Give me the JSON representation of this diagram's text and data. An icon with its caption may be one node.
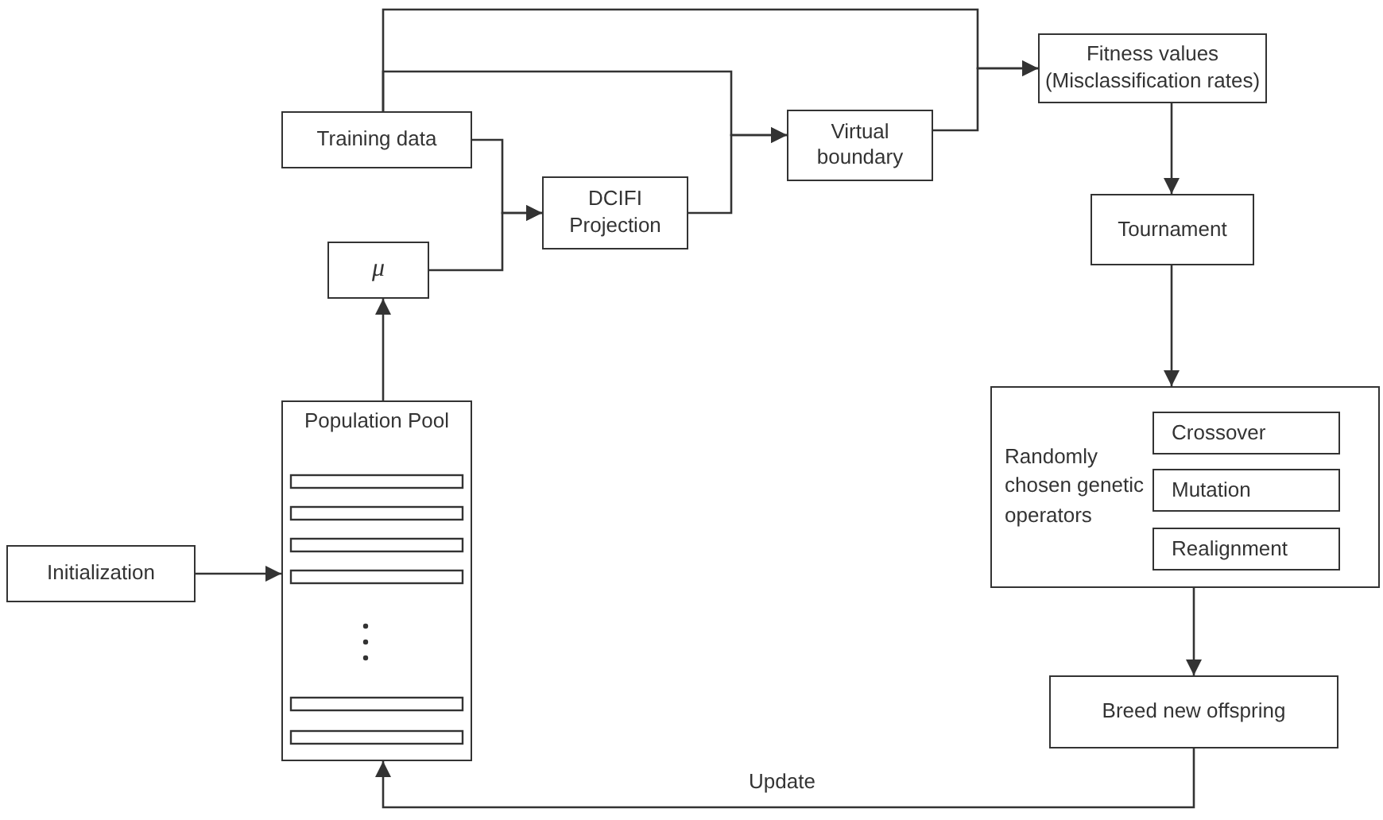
{
  "diagram": {
    "nodes": [
      {
        "text": [
          "Training data"
        ]
      },
      {
        "text": [
          "μ"
        ]
      },
      {
        "text": [
          "DCIFI Projection"
        ]
      },
      {
        "text": [
          "Virtual boundary"
        ]
      },
      {
        "text": [
          "Fitness values (Misclassification rates)"
        ]
      },
      {
        "text": [
          "Tournament"
        ]
      },
      {
        "text": [
          "Randomly chosen genetic operators"
        ]
      },
      {
        "text": [
          "Crossover"
        ],
        "in": 6
      },
      {
        "text": [
          "Mutation"
        ],
        "in": 6
      },
      {
        "text": [
          "Realignment"
        ],
        "in": 6
      },
      {
        "text": [
          "Breed new offspring"
        ]
      },
      {
        "text": [
          "Population Pool"
        ]
      },
      {
        "text": [
          "Initialization"
        ]
      }
    ],
    "edges": [
      {
        "from": 0,
        "to": 2,
        "arrow": "to"
      },
      {
        "from": 1,
        "to": 2,
        "arrow": "to"
      },
      {
        "from": 0,
        "to": 3,
        "arrow": "to"
      },
      {
        "from": 2,
        "to": 3,
        "arrow": "to"
      },
      {
        "from": 0,
        "to": 4,
        "arrow": "to"
      },
      {
        "from": 3,
        "to": 4,
        "arrow": "to"
      },
      {
        "from": 4,
        "to": 5,
        "arrow": "to"
      },
      {
        "from": 5,
        "to": 6,
        "arrow": "to"
      },
      {
        "from": 6,
        "to": 10,
        "arrow": "to"
      },
      {
        "from": 10,
        "to": 11,
        "arrow": "to",
        "label": "Update"
      },
      {
        "from": 12,
        "to": 11,
        "arrow": "to"
      },
      {
        "from": 11,
        "to": 1,
        "arrow": "to"
      }
    ]
  }
}
